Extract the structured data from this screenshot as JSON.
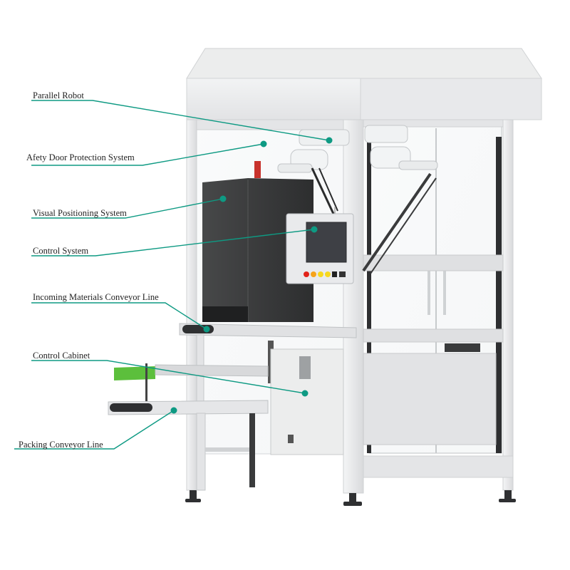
{
  "colors": {
    "leader": "#0e9a83",
    "frame": "#e6e7e9",
    "frame_shadow": "#c9cbce",
    "camera_box": "#3a3b3c",
    "green_guide": "#5cbf3c",
    "screen": "#3e4045"
  },
  "callouts": [
    {
      "id": "parallel-robot",
      "label": "Parallel Robot"
    },
    {
      "id": "safety-door",
      "label": "Afety Door Protection System"
    },
    {
      "id": "visual-positioning",
      "label": "Visual Positioning System"
    },
    {
      "id": "control-system",
      "label": "Control System"
    },
    {
      "id": "incoming-conveyor",
      "label": "Incoming Materials Conveyor Line"
    },
    {
      "id": "control-cabinet",
      "label": "Control Cabinet"
    },
    {
      "id": "packing-conveyor",
      "label": "Packing Conveyor Line"
    }
  ],
  "panel_buttons": [
    "red-button",
    "orange-button",
    "yellow-button",
    "yellow-button",
    "black-switch"
  ],
  "machine": {
    "icons": [
      "robot-icon",
      "camera-box-icon",
      "control-panel-icon",
      "conveyor-icon",
      "cabinet-icon"
    ]
  }
}
